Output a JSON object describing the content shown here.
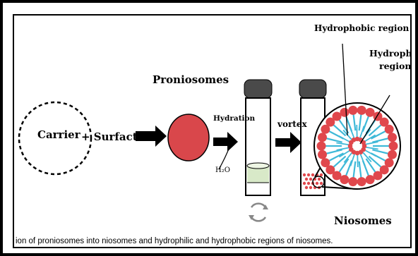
{
  "labels": {
    "carrier": "Carrier",
    "surfactant": "+ Surfactant",
    "proniosomes": "Proniosomes",
    "hydration": "Hydration",
    "h2o": "H₂O",
    "vortex": "vortex",
    "niosomes": "Niosomes",
    "hydrophobic": "Hydrophobic region",
    "hydrophilic_line1": "Hydrophilic",
    "hydrophilic_line2": "region"
  },
  "caption": "ion of proniosomes into niosomes and hydrophilic and hydrophobic regions of niosomes.",
  "colors": {
    "proniosome_fill": "#d9474b",
    "head_group": "#e0474c",
    "tail": "#3fb9d8",
    "cap": "#4a4a4a",
    "liquid": "#d8e9c8"
  }
}
